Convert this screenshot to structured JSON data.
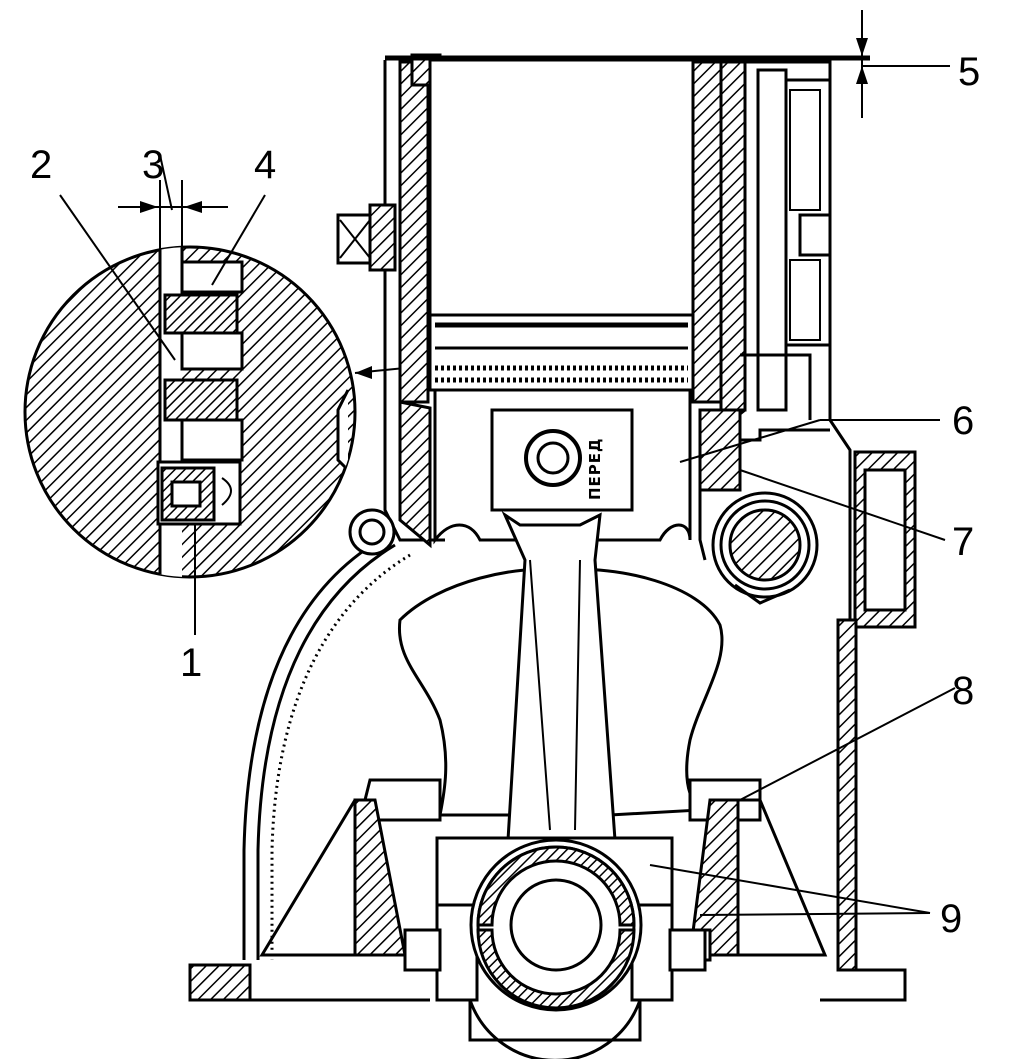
{
  "diagram": {
    "callouts": [
      {
        "id": "1",
        "label": "1"
      },
      {
        "id": "2",
        "label": "2"
      },
      {
        "id": "3",
        "label": "3"
      },
      {
        "id": "4",
        "label": "4"
      },
      {
        "id": "5",
        "label": "5"
      },
      {
        "id": "6",
        "label": "6"
      },
      {
        "id": "7",
        "label": "7"
      },
      {
        "id": "8",
        "label": "8"
      },
      {
        "id": "9",
        "label": "9"
      }
    ],
    "piston_marking": "ПЕРЕД"
  }
}
